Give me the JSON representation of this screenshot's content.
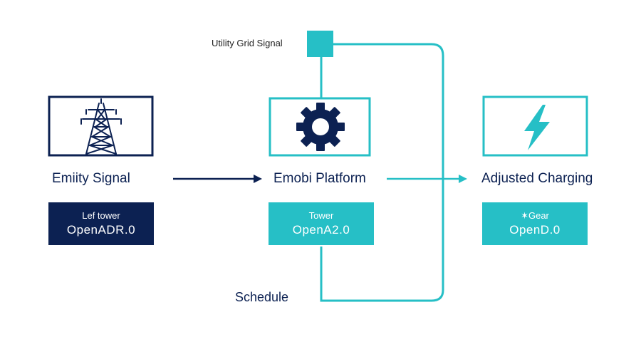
{
  "colors": {
    "navy": "#0c2152",
    "teal": "#26bfc6",
    "background": "#ffffff"
  },
  "diagram": {
    "utility_signal_label": "Utility Grid Signal",
    "schedule_label": "Schedule",
    "nodes": [
      {
        "title": "Emiity Signal",
        "icon": "transmission-tower-icon",
        "badge_line1": "Lef tower",
        "badge_line2": "OpenADR.0",
        "style": "navy"
      },
      {
        "title": "Emobi Platform",
        "icon": "gear-icon",
        "badge_line1": "Tower",
        "badge_line2": "OpenA2.0",
        "style": "teal"
      },
      {
        "title": "Adjusted Charging",
        "icon": "lightning-bolt-icon",
        "badge_line1": "✶Gear",
        "badge_line2": "OpenD.0",
        "style": "teal"
      }
    ]
  }
}
